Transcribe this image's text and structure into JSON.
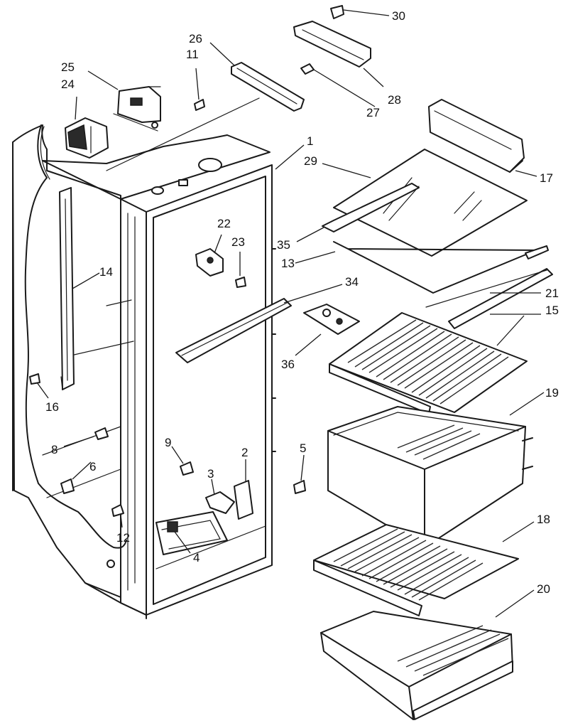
{
  "callouts": [
    {
      "id": "c30",
      "label": "30"
    },
    {
      "id": "c26",
      "label": "26"
    },
    {
      "id": "c11",
      "label": "11"
    },
    {
      "id": "c25",
      "label": "25"
    },
    {
      "id": "c24",
      "label": "24"
    },
    {
      "id": "c28",
      "label": "28"
    },
    {
      "id": "c27",
      "label": "27"
    },
    {
      "id": "c1",
      "label": "1"
    },
    {
      "id": "c29",
      "label": "29"
    },
    {
      "id": "c17",
      "label": "17"
    },
    {
      "id": "c22",
      "label": "22"
    },
    {
      "id": "c23",
      "label": "23"
    },
    {
      "id": "c35",
      "label": "35"
    },
    {
      "id": "c13",
      "label": "13"
    },
    {
      "id": "c14",
      "label": "14"
    },
    {
      "id": "c34",
      "label": "34"
    },
    {
      "id": "c21",
      "label": "21"
    },
    {
      "id": "c15",
      "label": "15"
    },
    {
      "id": "c36",
      "label": "36"
    },
    {
      "id": "c16",
      "label": "16"
    },
    {
      "id": "c19",
      "label": "19"
    },
    {
      "id": "c8",
      "label": "8"
    },
    {
      "id": "c9",
      "label": "9"
    },
    {
      "id": "c2",
      "label": "2"
    },
    {
      "id": "c5",
      "label": "5"
    },
    {
      "id": "c6",
      "label": "6"
    },
    {
      "id": "c3",
      "label": "3"
    },
    {
      "id": "c12",
      "label": "12"
    },
    {
      "id": "c4",
      "label": "4"
    },
    {
      "id": "c18",
      "label": "18"
    },
    {
      "id": "c20",
      "label": "20"
    }
  ]
}
